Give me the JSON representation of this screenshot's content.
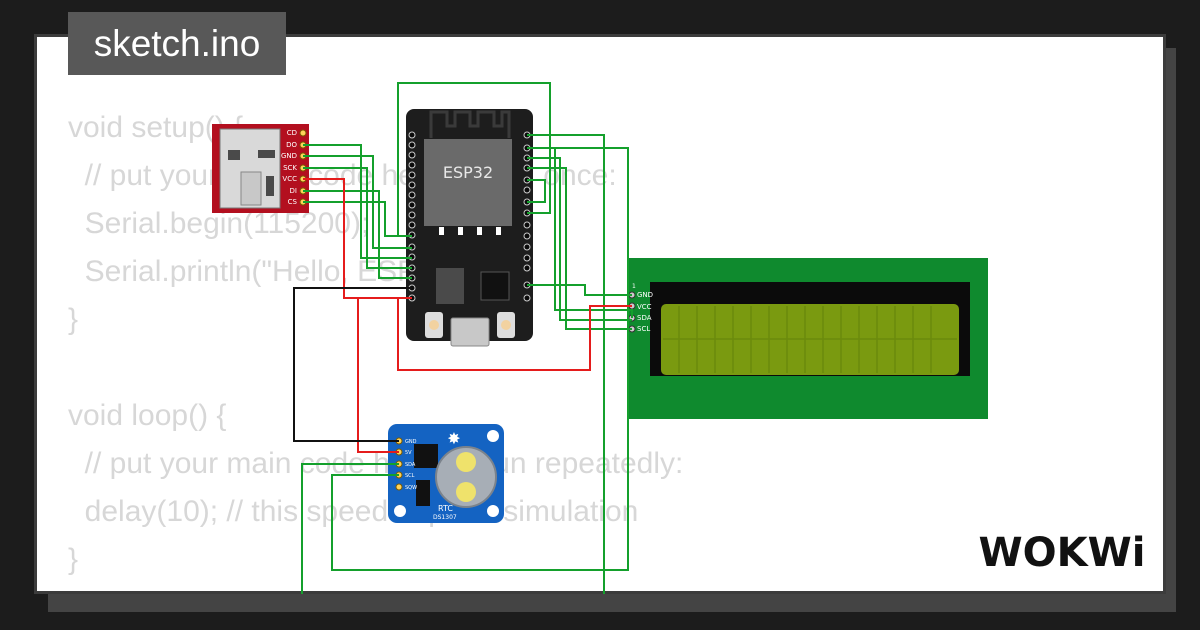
{
  "tab": {
    "label": "sketch.ino"
  },
  "code": {
    "lines": [
      "void setup() {",
      "  // put your setup code here, to run once:",
      "  Serial.begin(115200);",
      "  Serial.println(\"Hello, ESP32!\");",
      "}",
      "",
      "void loop() {",
      "  // put your main code here, to run repeatedly:",
      "  delay(10); // this speeds up the simulation",
      "}"
    ]
  },
  "esp32": {
    "label": "ESP32"
  },
  "sd_module": {
    "pins": [
      "CD",
      "DO",
      "GND",
      "SCK",
      "VCC",
      "DI",
      "CS"
    ]
  },
  "lcd": {
    "pins": [
      "GND",
      "VCC",
      "SDA",
      "SCL"
    ],
    "pin_one": "1"
  },
  "rtc": {
    "pins": [
      "GND",
      "5V",
      "SDA",
      "SCL",
      "SQW"
    ],
    "label": "RTC",
    "chip": "DS1307"
  },
  "brand": {
    "logo": "WOKWi"
  },
  "colors": {
    "wire_green": "#14a02c",
    "wire_red": "#e51c1c",
    "wire_black": "#111111",
    "sd_board": "#b30f1f",
    "rtc_board": "#1463c2",
    "lcd_board": "#0f8a2e",
    "lcd_screen": "#7a9a10",
    "esp_board": "#1d1d1d"
  }
}
